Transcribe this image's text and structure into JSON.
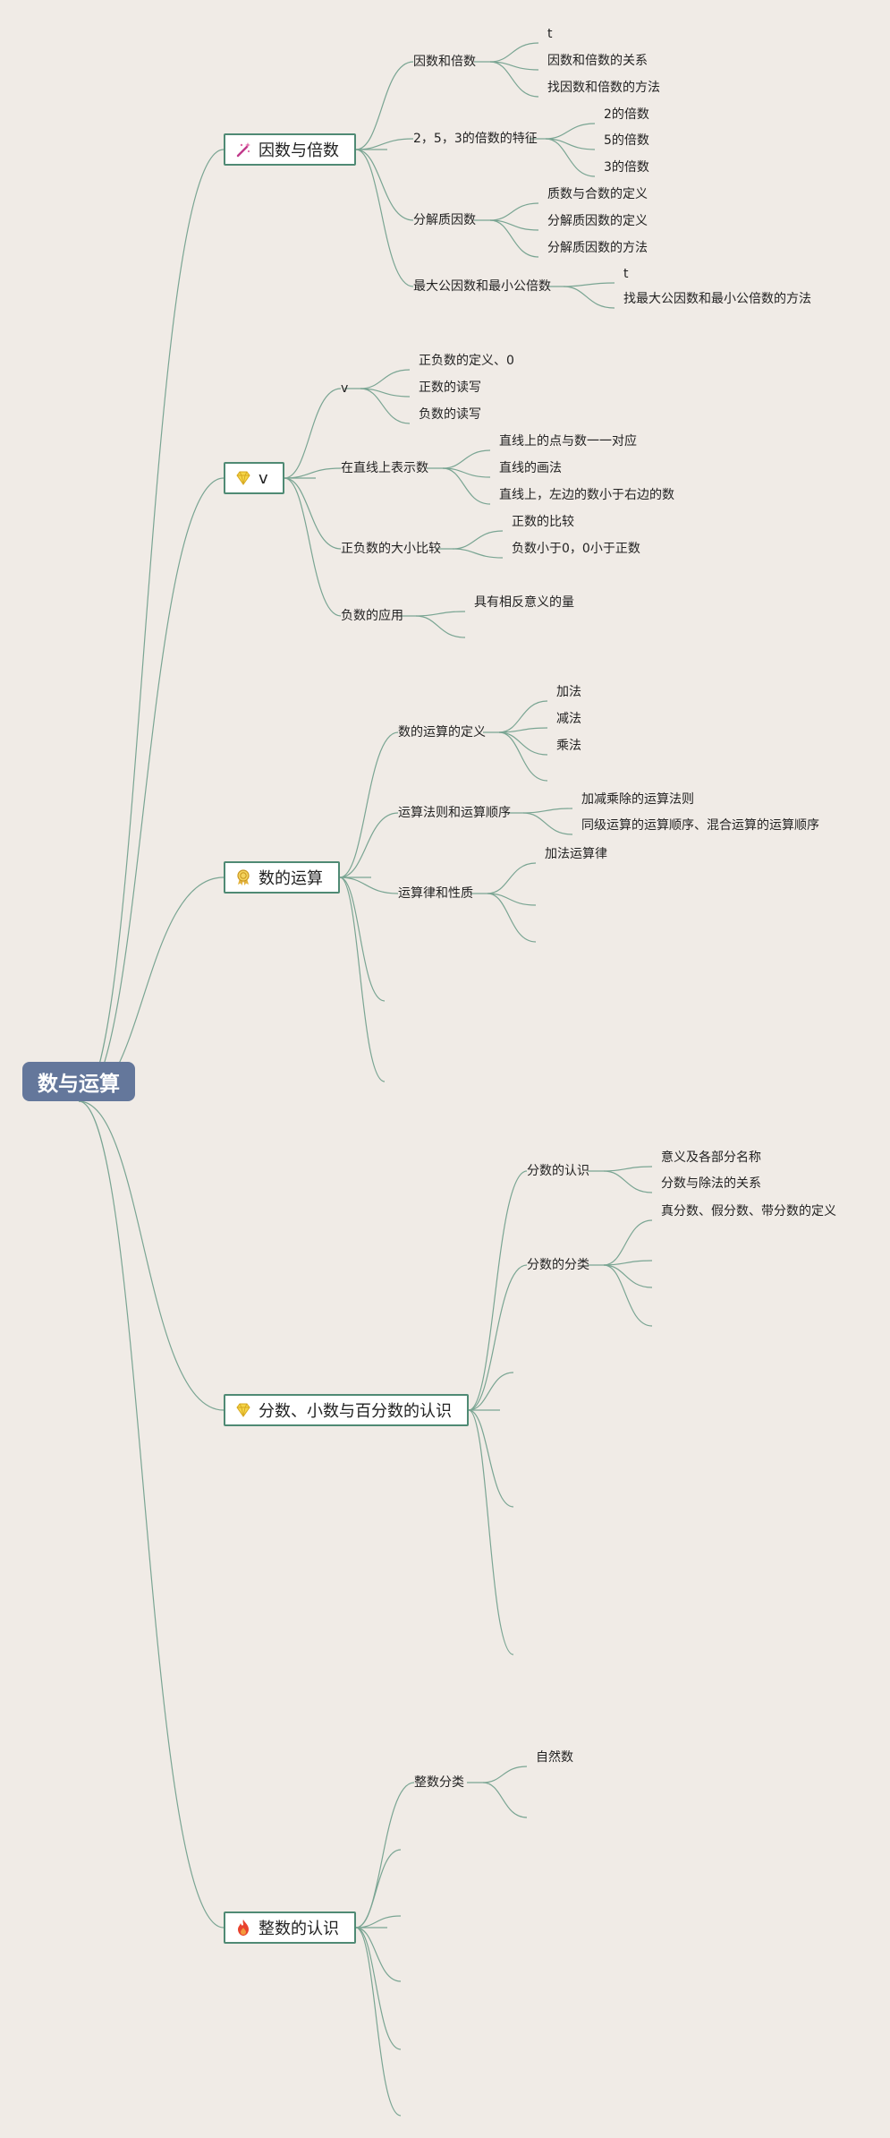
{
  "root": {
    "label": "数与运算"
  },
  "branches": [
    {
      "label": "因数与倍数",
      "icon": "magic-wand-icon",
      "children": [
        {
          "label": "因数和倍数",
          "children": [
            "t",
            "因数和倍数的关系",
            "找因数和倍数的方法"
          ]
        },
        {
          "label": "2，5，3的倍数的特征",
          "children": [
            "2的倍数",
            "5的倍数",
            "3的倍数"
          ]
        },
        {
          "label": "分解质因数",
          "children": [
            "质数与合数的定义",
            "分解质因数的定义",
            "分解质因数的方法"
          ]
        },
        {
          "label": "最大公因数和最小公倍数",
          "children": [
            "t",
            "找最大公因数和最小公倍数的方法"
          ]
        }
      ]
    },
    {
      "label": "v",
      "icon": "gem-icon",
      "children": [
        {
          "label": "v",
          "children": [
            "正负数的定义、0",
            "正数的读写",
            "负数的读写"
          ]
        },
        {
          "label": "在直线上表示数",
          "children": [
            "直线上的点与数一一对应",
            "直线的画法",
            "直线上，左边的数小于右边的数"
          ]
        },
        {
          "label": "正负数的大小比较",
          "children": [
            "正数的比较",
            "负数小于0，0小于正数"
          ]
        },
        {
          "label": "负数的应用",
          "children": [
            "具有相反意义的量",
            ""
          ]
        }
      ]
    },
    {
      "label": "数的运算",
      "icon": "medal-icon",
      "children": [
        {
          "label": "数的运算的定义",
          "children": [
            "加法",
            "减法",
            "乘法",
            ""
          ]
        },
        {
          "label": "运算法则和运算顺序",
          "children": [
            "加减乘除的运算法则",
            "同级运算的运算顺序、混合运算的运算顺序"
          ]
        },
        {
          "label": "运算律和性质",
          "children": [
            "加法运算律",
            "",
            "",
            ""
          ]
        },
        {
          "label": "",
          "children": []
        },
        {
          "label": "",
          "children": []
        }
      ]
    },
    {
      "label": "分数、小数与百分数的认识",
      "icon": "gem-icon",
      "children": [
        {
          "label": "分数的认识",
          "children": [
            "意义及各部分名称",
            "分数与除法的关系"
          ]
        },
        {
          "label": "分数的分类",
          "children": [
            "真分数、假分数、带分数的定义",
            "",
            "",
            ""
          ]
        },
        {
          "label": "",
          "children": []
        },
        {
          "label": "",
          "children": []
        },
        {
          "label": "",
          "children": []
        }
      ]
    },
    {
      "label": "整数的认识",
      "icon": "fire-icon",
      "children": [
        {
          "label": "整数分类",
          "children": [
            "自然数",
            ""
          ]
        },
        {
          "label": "",
          "children": []
        },
        {
          "label": "",
          "children": []
        },
        {
          "label": "",
          "children": []
        },
        {
          "label": "",
          "children": []
        },
        {
          "label": "",
          "children": []
        }
      ]
    }
  ],
  "colors": {
    "background": "#f0ebe6",
    "root_fill": "#64779b",
    "line": "#7aa593",
    "branch_border": "#4f8a74"
  }
}
